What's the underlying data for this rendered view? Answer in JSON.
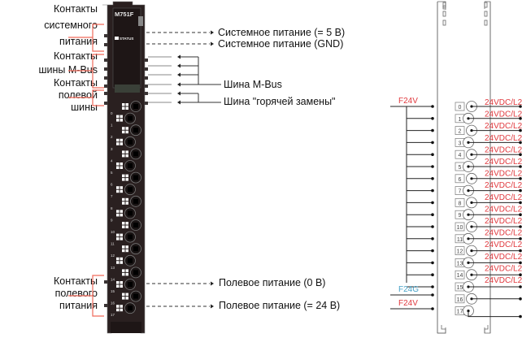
{
  "module": {
    "model": "M751F",
    "status_label": "STATUS",
    "terminal_numbers": [
      "0",
      "1",
      "2",
      "3",
      "4",
      "5",
      "6",
      "7",
      "8",
      "9",
      "10",
      "11",
      "12",
      "13",
      "14",
      "15",
      "16",
      "17"
    ]
  },
  "left_labels": {
    "system_contacts": [
      "Контакты",
      "системного",
      "питания"
    ],
    "mbus_contacts": [
      "Контакты",
      "шины M-Bus"
    ],
    "field_bus_contacts": [
      "Контакты",
      "полевой",
      "шины"
    ],
    "field_power_contacts": [
      "Контакты",
      "полевого",
      "питания"
    ]
  },
  "right_labels": {
    "system_power_5v": "Системное питание (= 5 В)",
    "system_power_gnd": "Системное питание (GND)",
    "mbus": "Шина M-Bus",
    "hot_swap": "Шина \"горячей замены\"",
    "field_power_0v": "Полевое питание (0 В)",
    "field_power_24v": "Полевое питание (= 24 В)"
  },
  "wiring": {
    "supply_top": "F24V",
    "supply_gnd": "F24G",
    "supply_bottom": "F24V",
    "channel_label": "24VDC/L2",
    "channel_count": 16,
    "terminal_numbers": [
      "0",
      "1",
      "2",
      "3",
      "4",
      "5",
      "6",
      "7",
      "8",
      "9",
      "10",
      "11",
      "12",
      "13",
      "14",
      "15",
      "16",
      "17"
    ]
  },
  "colors": {
    "red": "#e0393e",
    "blue": "#4aa3c8",
    "module": "#2a2020",
    "bracket": "#f06a5a"
  }
}
